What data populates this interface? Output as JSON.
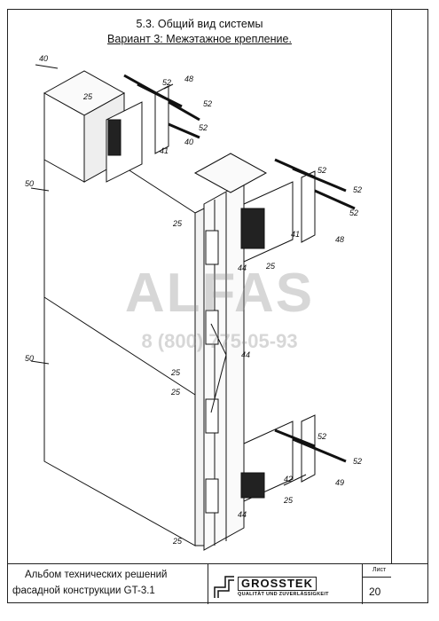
{
  "header": {
    "title_line1": "5.3. Общий вид системы",
    "title_line2": "Вариант 3: Межэтажное крепление."
  },
  "watermark": {
    "brand": "ALFAS",
    "phone": "8 (800) 775-05-93"
  },
  "callouts": [
    "40",
    "25",
    "52",
    "48",
    "52",
    "52",
    "41",
    "40",
    "52",
    "52",
    "52",
    "50",
    "25",
    "41",
    "48",
    "44",
    "25",
    "25",
    "25",
    "44",
    "50",
    "52",
    "52",
    "42",
    "49",
    "25",
    "44",
    "25"
  ],
  "footer": {
    "album_line1": "Альбом технических решений",
    "album_line2": "фасадной конструкции GT-3.1",
    "logo_name": "GROSSTEK",
    "logo_sub": "QUALITÄT UND ZUVERLÄSSIGKEIT",
    "sheet_label": "Лист",
    "sheet_number": "20"
  }
}
